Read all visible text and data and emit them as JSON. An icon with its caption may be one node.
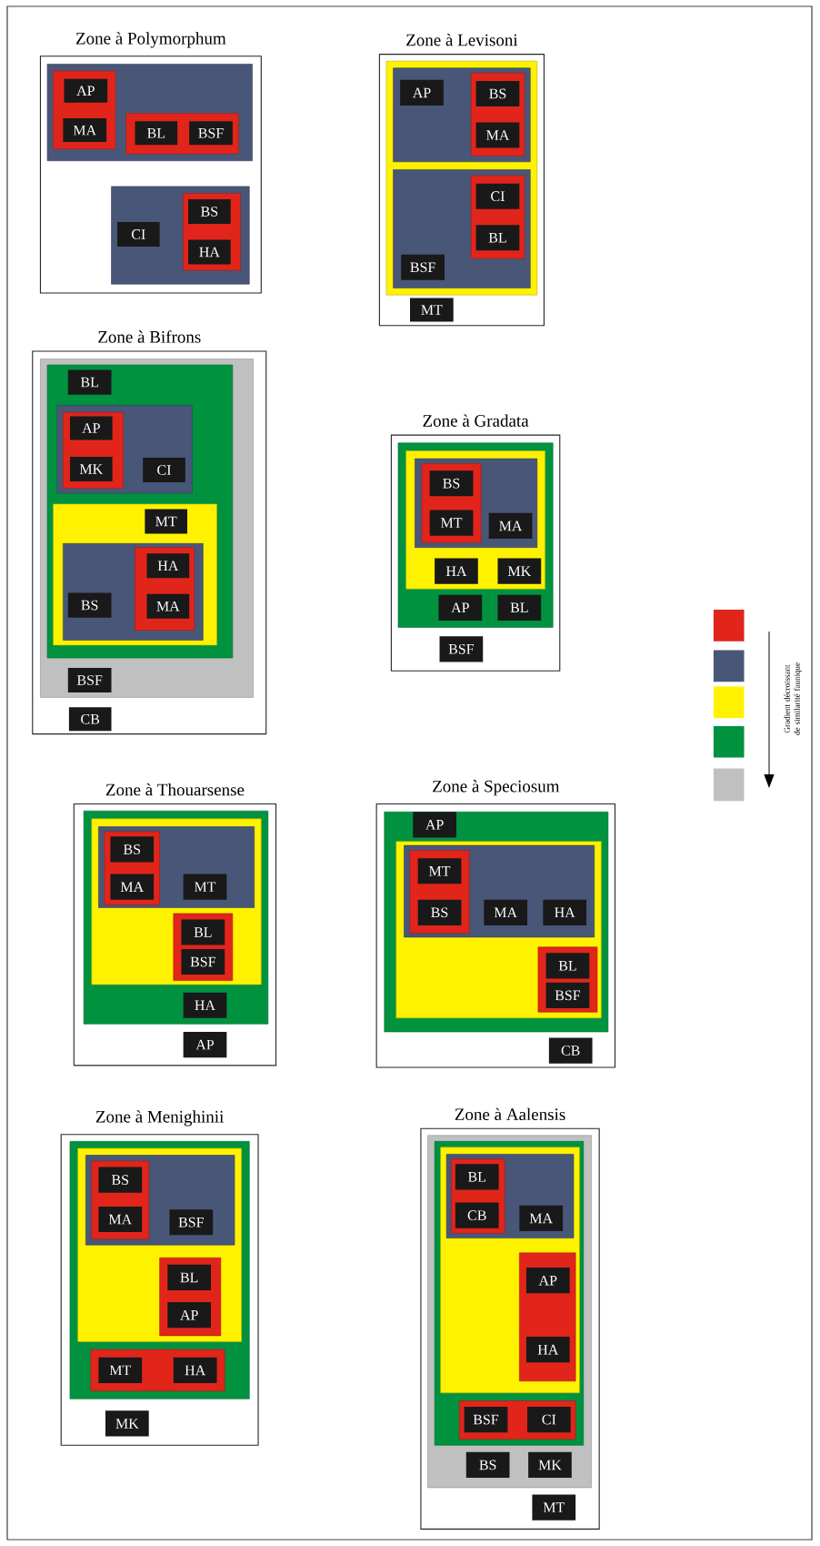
{
  "diagram": {
    "nodes": [
      {
        "text": [
          "Zone à Polymorphum"
        ]
      },
      {
        "text": [],
        "shape": "box",
        "in": 0
      },
      {
        "text": [],
        "shape": "box",
        "in": 1
      },
      {
        "text": [
          "AP"
        ],
        "in": 2
      },
      {
        "text": [
          "MA"
        ],
        "in": 2
      },
      {
        "text": [],
        "shape": "box",
        "in": 1
      },
      {
        "text": [
          "BL"
        ],
        "in": 5
      },
      {
        "text": [
          "BSF"
        ],
        "in": 5
      },
      {
        "text": [],
        "shape": "box",
        "in": 0
      },
      {
        "text": [
          "CI"
        ],
        "in": 8
      },
      {
        "text": [],
        "shape": "box",
        "in": 8
      },
      {
        "text": [
          "BS"
        ],
        "in": 10
      },
      {
        "text": [
          "HA"
        ],
        "in": 10
      },
      {
        "text": [
          "Zone à Levisoni"
        ]
      },
      {
        "text": [],
        "shape": "box",
        "in": 13
      },
      {
        "text": [],
        "shape": "box",
        "in": 14
      },
      {
        "text": [
          "AP"
        ],
        "in": 15
      },
      {
        "text": [],
        "shape": "box",
        "in": 15
      },
      {
        "text": [
          "BS"
        ],
        "in": 17
      },
      {
        "text": [
          "MA"
        ],
        "in": 17
      },
      {
        "text": [],
        "shape": "box",
        "in": 14
      },
      {
        "text": [],
        "shape": "box",
        "in": 20
      },
      {
        "text": [
          "CI"
        ],
        "in": 21
      },
      {
        "text": [
          "BL"
        ],
        "in": 21
      },
      {
        "text": [
          "BSF"
        ],
        "in": 20
      },
      {
        "text": [
          "MT"
        ],
        "in": 13
      },
      {
        "text": [
          "Zone à Bifrons"
        ]
      },
      {
        "text": [],
        "shape": "box",
        "in": 26
      },
      {
        "text": [],
        "shape": "box",
        "in": 27
      },
      {
        "text": [
          "BL"
        ],
        "in": 28
      },
      {
        "text": [],
        "shape": "box",
        "in": 28
      },
      {
        "text": [],
        "shape": "box",
        "in": 30
      },
      {
        "text": [
          "AP"
        ],
        "in": 31
      },
      {
        "text": [
          "MK"
        ],
        "in": 31
      },
      {
        "text": [
          "CI"
        ],
        "in": 30
      },
      {
        "text": [],
        "shape": "box",
        "in": 28
      },
      {
        "text": [
          "MT"
        ],
        "in": 35
      },
      {
        "text": [],
        "shape": "box",
        "in": 35
      },
      {
        "text": [],
        "shape": "box",
        "in": 37
      },
      {
        "text": [
          "HA"
        ],
        "in": 38
      },
      {
        "text": [
          "MA"
        ],
        "in": 38
      },
      {
        "text": [
          "BS"
        ],
        "in": 37
      },
      {
        "text": [
          "BSF"
        ],
        "in": 27
      },
      {
        "text": [
          "CB"
        ],
        "in": 26
      },
      {
        "text": [
          "Zone à Gradata"
        ]
      },
      {
        "text": [],
        "shape": "box",
        "in": 44
      },
      {
        "text": [],
        "shape": "box",
        "in": 45
      },
      {
        "text": [],
        "shape": "box",
        "in": 46
      },
      {
        "text": [],
        "shape": "box",
        "in": 47
      },
      {
        "text": [
          "BS"
        ],
        "in": 48
      },
      {
        "text": [
          "MT"
        ],
        "in": 48
      },
      {
        "text": [
          "MA"
        ],
        "in": 47
      },
      {
        "text": [
          "HA"
        ],
        "in": 46
      },
      {
        "text": [
          "MK"
        ],
        "in": 46
      },
      {
        "text": [
          "AP"
        ],
        "in": 45
      },
      {
        "text": [
          "BL"
        ],
        "in": 45
      },
      {
        "text": [
          "BSF"
        ],
        "in": 44
      },
      {
        "text": [
          "Zone à Thouarsense"
        ]
      },
      {
        "text": [],
        "shape": "box",
        "in": 57
      },
      {
        "text": [],
        "shape": "box",
        "in": 58
      },
      {
        "text": [],
        "shape": "box",
        "in": 59
      },
      {
        "text": [],
        "shape": "box",
        "in": 60
      },
      {
        "text": [
          "BS"
        ],
        "in": 61
      },
      {
        "text": [
          "MA"
        ],
        "in": 61
      },
      {
        "text": [
          "MT"
        ],
        "in": 60
      },
      {
        "text": [],
        "shape": "box",
        "in": 59
      },
      {
        "text": [
          "BL"
        ],
        "in": 65
      },
      {
        "text": [
          "BSF"
        ],
        "in": 65
      },
      {
        "text": [
          "HA"
        ],
        "in": 58
      },
      {
        "text": [
          "AP"
        ],
        "in": 57
      },
      {
        "text": [
          "Zone à Speciosum"
        ]
      },
      {
        "text": [],
        "shape": "box",
        "in": 70
      },
      {
        "text": [
          "AP"
        ],
        "in": 71
      },
      {
        "text": [],
        "shape": "box",
        "in": 71
      },
      {
        "text": [],
        "shape": "box",
        "in": 73
      },
      {
        "text": [],
        "shape": "box",
        "in": 74
      },
      {
        "text": [
          "MT"
        ],
        "in": 75
      },
      {
        "text": [
          "BS"
        ],
        "in": 75
      },
      {
        "text": [
          "MA"
        ],
        "in": 74
      },
      {
        "text": [
          "HA"
        ],
        "in": 74
      },
      {
        "text": [],
        "shape": "box",
        "in": 73
      },
      {
        "text": [
          "BL"
        ],
        "in": 80
      },
      {
        "text": [
          "BSF"
        ],
        "in": 80
      },
      {
        "text": [
          "CB"
        ],
        "in": 70
      },
      {
        "text": [
          "Zone à Menighinii"
        ]
      },
      {
        "text": [],
        "shape": "box",
        "in": 84
      },
      {
        "text": [],
        "shape": "box",
        "in": 85
      },
      {
        "text": [],
        "shape": "box",
        "in": 86
      },
      {
        "text": [],
        "shape": "box",
        "in": 87
      },
      {
        "text": [
          "BS"
        ],
        "in": 88
      },
      {
        "text": [
          "MA"
        ],
        "in": 88
      },
      {
        "text": [
          "BSF"
        ],
        "in": 87
      },
      {
        "text": [],
        "shape": "box",
        "in": 86
      },
      {
        "text": [
          "BL"
        ],
        "in": 92
      },
      {
        "text": [
          "AP"
        ],
        "in": 92
      },
      {
        "text": [],
        "shape": "box",
        "in": 85
      },
      {
        "text": [
          "MT"
        ],
        "in": 95
      },
      {
        "text": [
          "HA"
        ],
        "in": 95
      },
      {
        "text": [
          "MK"
        ],
        "in": 84
      },
      {
        "text": [
          "Zone à Aalensis"
        ]
      },
      {
        "text": [],
        "shape": "box",
        "in": 99
      },
      {
        "text": [],
        "shape": "box",
        "in": 100
      },
      {
        "text": [],
        "shape": "box",
        "in": 101
      },
      {
        "text": [],
        "shape": "box",
        "in": 102
      },
      {
        "text": [],
        "shape": "box",
        "in": 103
      },
      {
        "text": [
          "BL"
        ],
        "in": 104
      },
      {
        "text": [
          "CB"
        ],
        "in": 104
      },
      {
        "text": [
          "MA"
        ],
        "in": 103
      },
      {
        "text": [],
        "shape": "box",
        "in": 102
      },
      {
        "text": [
          "AP"
        ],
        "in": 108
      },
      {
        "text": [
          "HA"
        ],
        "in": 108
      },
      {
        "text": [],
        "shape": "box",
        "in": 101
      },
      {
        "text": [
          "BSF"
        ],
        "in": 111
      },
      {
        "text": [
          "CI"
        ],
        "in": 111
      },
      {
        "text": [
          "BS"
        ],
        "in": 100
      },
      {
        "text": [
          "MK"
        ],
        "in": 100
      },
      {
        "text": [
          "MT"
        ],
        "in": 99
      }
    ],
    "labels": [
      "Gradient décroissant de similarité faunique"
    ]
  }
}
